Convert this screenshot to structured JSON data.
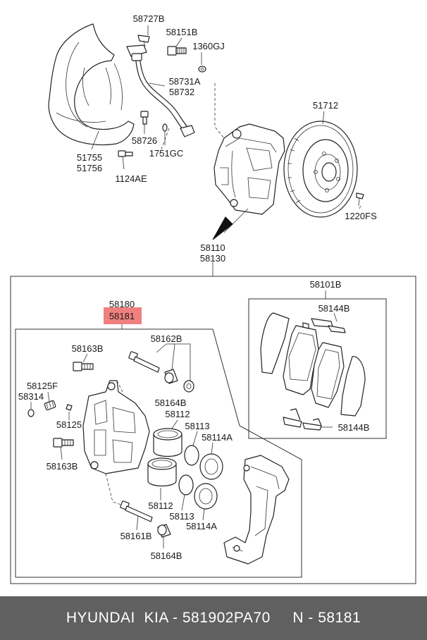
{
  "labels": {
    "l58727B": "58727B",
    "l58151B": "58151B",
    "l1360GJ": "1360GJ",
    "l58731A": "58731A",
    "l58732": "58732",
    "l58726": "58726",
    "l1751GC": "1751GC",
    "l51755": "51755",
    "l51756": "51756",
    "l1124AE": "1124AE",
    "l51712": "51712",
    "l1220FS": "1220FS",
    "l58110": "58110",
    "l58130": "58130",
    "l58101B": "58101B",
    "l58144B_top": "58144B",
    "l58144B_bottom": "58144B",
    "l58180": "58180",
    "l58181": "58181",
    "l58162B": "58162B",
    "l58163B_top": "58163B",
    "l58125F": "58125F",
    "l58314": "58314",
    "l58125": "58125",
    "l58164B_top": "58164B",
    "l58112_top": "58112",
    "l58113_top": "58113",
    "l58114A_top": "58114A",
    "l58163B_bottom": "58163B",
    "l58112_bottom": "58112",
    "l58113_bottom": "58113",
    "l58114A_bottom": "58114A",
    "l58161B": "58161B",
    "l58164B_bottom": "58164B"
  },
  "highlight": {
    "color": "#f08080"
  },
  "footer": {
    "text": "HYUNDAI  KIA - 581902PA70     N - 58181"
  }
}
